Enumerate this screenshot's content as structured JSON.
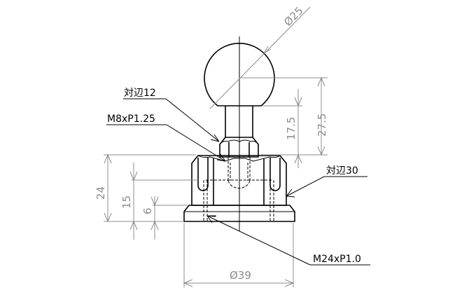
{
  "drawing": {
    "title": "Ball joint stud with hex base nut",
    "colors": {
      "object_line": "#000000",
      "dimension_line": "#8c8c8c",
      "background": "#ffffff"
    }
  },
  "dimensions": {
    "ball_diameter": "Ø25",
    "height_ball_center": "27.5",
    "height_neck": "17.5",
    "base_height": "24",
    "height_15": "15",
    "height_6": "6",
    "base_diameter": "Ø39"
  },
  "callouts": {
    "small_hex": "対辺12",
    "stud_thread": "M8xP1.25",
    "large_hex": "対辺30",
    "base_thread": "M24xP1.0"
  }
}
